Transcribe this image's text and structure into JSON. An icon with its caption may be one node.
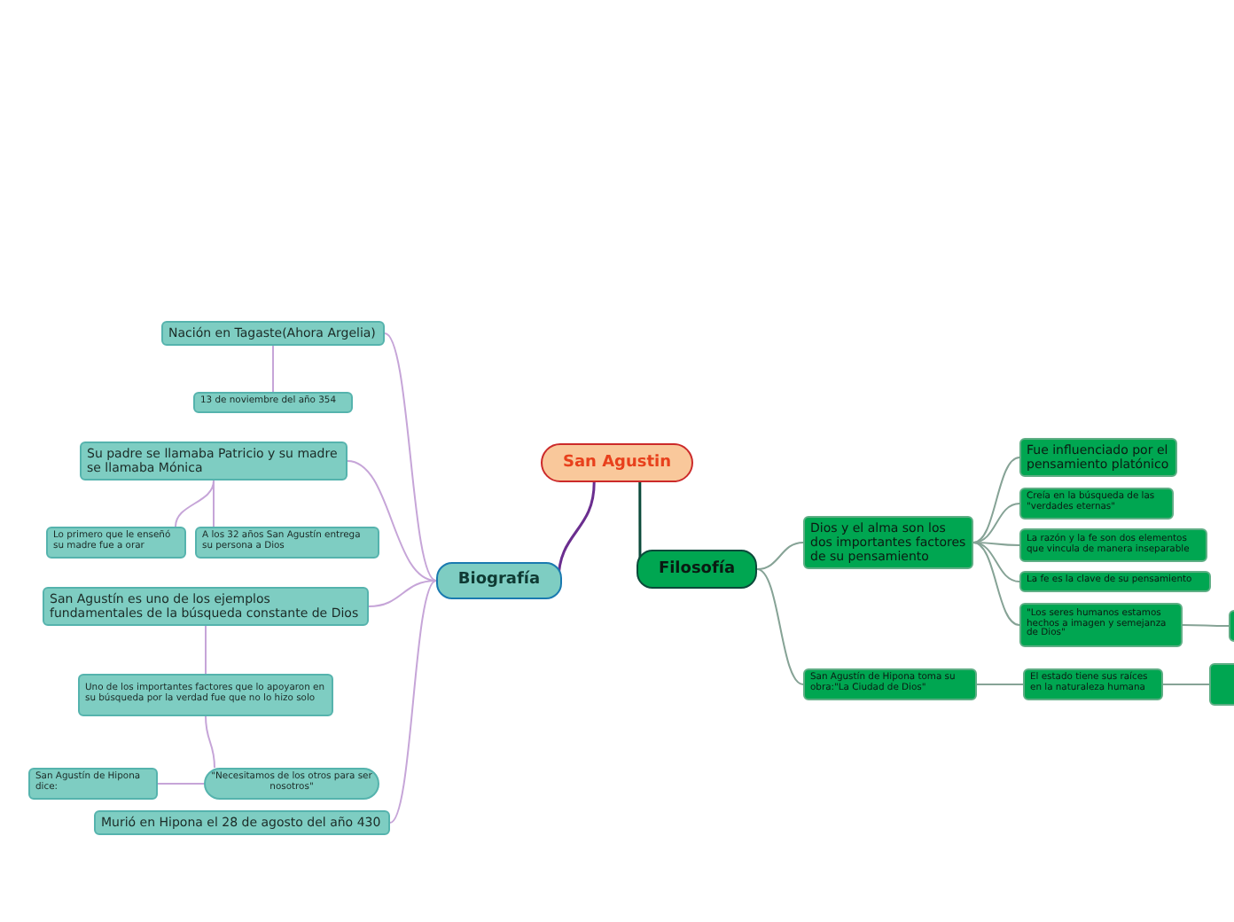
{
  "diagram": {
    "nodes": [
      {
        "text": [
          "San Agustin"
        ]
      },
      {
        "text": [
          "Biografía"
        ]
      },
      {
        "text": [
          "Filosofía"
        ]
      },
      {
        "text": [
          "Nación en Tagaste(Ahora Argelia)"
        ]
      },
      {
        "text": [
          "13 de noviembre del año 354"
        ]
      },
      {
        "text": [
          "Su padre se llamaba Patricio y su madre se llamaba Mónica"
        ]
      },
      {
        "text": [
          "Lo primero que le enseñó su madre fue a orar"
        ]
      },
      {
        "text": [
          "A los 32 años San Agustín entrega su persona a Dios"
        ]
      },
      {
        "text": [
          "San Agustín es uno de los ejemplos fundamentales de la búsqueda constante de Dios"
        ]
      },
      {
        "text": [
          "Uno de los importantes factores que lo apoyaron en su búsqueda por la verdad fue que no lo hizo solo"
        ]
      },
      {
        "text": [
          "\"Necesitamos de los otros para ser nosotros\""
        ]
      },
      {
        "text": [
          "San Agustín de Hipona dice:"
        ]
      },
      {
        "text": [
          "Murió en Hipona el 28 de agosto del año 430"
        ]
      },
      {
        "text": [
          "Dios y el alma son los dos importantes factores de su pensamiento"
        ]
      },
      {
        "text": [
          "Fue influenciado por el pensamiento platónico"
        ]
      },
      {
        "text": [
          "Creía en la búsqueda de las \"verdades eternas\""
        ]
      },
      {
        "text": [
          "La razón y la fe son dos elementos que vincula de manera inseparable"
        ]
      },
      {
        "text": [
          "La fe es la clave de su pensamiento"
        ]
      },
      {
        "text": [
          "\"Los seres humanos estamos hechos a imagen y semejanza de Dios\""
        ]
      },
      {
        "text": [],
        "shape": "box"
      },
      {
        "text": [
          "San Agustín de Hipona toma su obra:\"La Ciudad de Dios\""
        ]
      },
      {
        "text": [
          "El estado tiene sus raíces en la naturaleza humana"
        ]
      },
      {
        "text": [],
        "shape": "box"
      }
    ],
    "edges": [
      {
        "from": 0,
        "to": 1,
        "arrow": "none",
        "color": "#6b2e8f"
      },
      {
        "from": 0,
        "to": 2,
        "arrow": "none",
        "color": "#0b4a3a"
      },
      {
        "from": 1,
        "to": 3,
        "arrow": "none"
      },
      {
        "from": 3,
        "to": 4,
        "arrow": "none"
      },
      {
        "from": 1,
        "to": 5,
        "arrow": "none"
      },
      {
        "from": 5,
        "to": 6,
        "arrow": "none"
      },
      {
        "from": 5,
        "to": 7,
        "arrow": "none"
      },
      {
        "from": 1,
        "to": 8,
        "arrow": "none"
      },
      {
        "from": 8,
        "to": 9,
        "arrow": "none"
      },
      {
        "from": 9,
        "to": 10,
        "arrow": "none"
      },
      {
        "from": 10,
        "to": 11,
        "arrow": "none"
      },
      {
        "from": 1,
        "to": 12,
        "arrow": "none"
      },
      {
        "from": 2,
        "to": 13,
        "arrow": "none",
        "color": "#86a396"
      },
      {
        "from": 13,
        "to": 14,
        "arrow": "none",
        "color": "#86a396"
      },
      {
        "from": 13,
        "to": 15,
        "arrow": "none",
        "color": "#86a396"
      },
      {
        "from": 13,
        "to": 16,
        "arrow": "none",
        "color": "#86a396"
      },
      {
        "from": 13,
        "to": 17,
        "arrow": "none",
        "color": "#86a396"
      },
      {
        "from": 13,
        "to": 18,
        "arrow": "none",
        "color": "#86a396"
      },
      {
        "from": 18,
        "to": 19,
        "arrow": "none",
        "color": "#86a396"
      },
      {
        "from": 2,
        "to": 20,
        "arrow": "none",
        "color": "#86a396"
      },
      {
        "from": 20,
        "to": 21,
        "arrow": "none",
        "color": "#86a396"
      },
      {
        "from": 21,
        "to": 22,
        "arrow": "none",
        "color": "#86a396"
      }
    ]
  }
}
